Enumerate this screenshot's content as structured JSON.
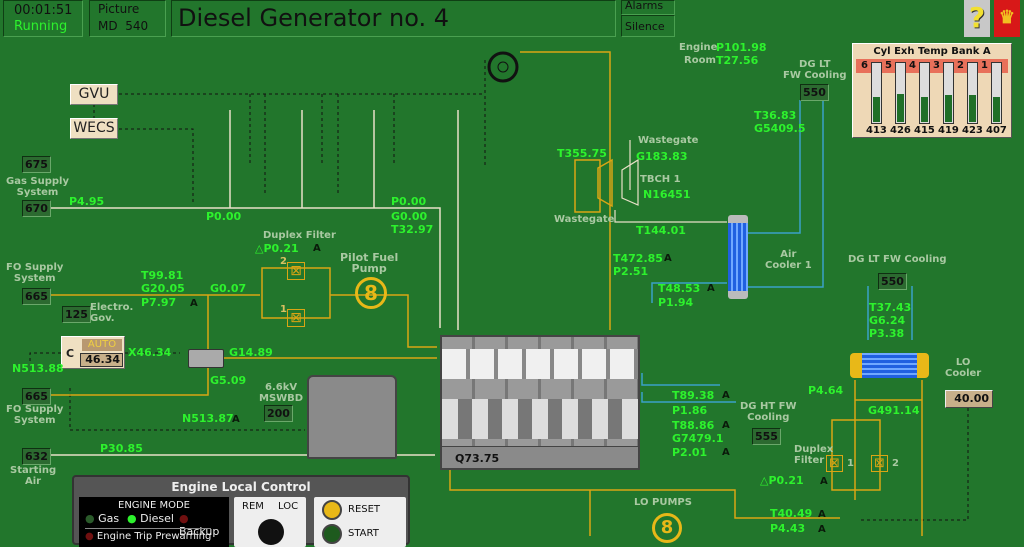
{
  "header": {
    "time": "00:01:51",
    "status": "Running",
    "picture_label": "Picture",
    "picture_id": "MD  540",
    "title": "Diesel Generator no. 4",
    "alarms": "Alarms",
    "silence": "Silence"
  },
  "controls": {
    "gvu": "GVU",
    "wecs": "WECS"
  },
  "gas": {
    "box_top": "675",
    "label": "Gas Supply\nSystem",
    "box": "670",
    "p_in": "P4.95",
    "p_mid": "P0.00",
    "p_out": "P0.00",
    "g_out": "G0.00",
    "t_out": "T32.97"
  },
  "engine_room": {
    "label1": "Engine",
    "label2": "Room",
    "p": "P101.98",
    "t": "T27.56"
  },
  "lt_cooling_top": {
    "label": "DG LT\nFW Cooling",
    "box": "550",
    "t": "T36.83",
    "g": "G5409.5"
  },
  "cyl_exh": {
    "title": "Cyl Exh Temp Bank A",
    "cylinders": [
      {
        "n": "6",
        "temp": "413",
        "level": 0.42
      },
      {
        "n": "5",
        "temp": "426",
        "level": 0.46
      },
      {
        "n": "4",
        "temp": "415",
        "level": 0.42
      },
      {
        "n": "3",
        "temp": "419",
        "level": 0.45
      },
      {
        "n": "2",
        "temp": "423",
        "level": 0.45
      },
      {
        "n": "1",
        "temp": "407",
        "level": 0.42
      }
    ]
  },
  "turbo": {
    "wastegate_top": "Wastegate",
    "g": "G183.83",
    "t_in": "T355.75",
    "name": "TBCH 1",
    "n": "N16451",
    "wastegate_bottom": "Wastegate",
    "t_out": "T144.01",
    "t_exh": "T472.85",
    "p_exh": "P2.51",
    "a": "A"
  },
  "air_cooler": {
    "label": "Air\nCooler 1",
    "t": "T48.53",
    "p": "P1.94",
    "a": "A"
  },
  "fuel": {
    "supply_label": "FO Supply\nSystem",
    "box": "665",
    "t": "T99.81",
    "g": "G20.05",
    "p": "P7.97",
    "a": "A",
    "gov_box": "125",
    "gov_label": "Electro.\nGov.",
    "g2": "G0.07",
    "filter_label": "Duplex Filter",
    "dp": "△P0.21",
    "dp_a": "A",
    "pump_label": "Pilot Fuel\nPump",
    "f1": "1",
    "f2": "2"
  },
  "governor": {
    "c": "C",
    "mode": "AUTO",
    "value": "46.34",
    "x": "X46.34",
    "n_in": "N513.88",
    "g_main": "G14.89",
    "g_ret": "G5.09",
    "return_box": "665",
    "return_label": "FO Supply\nSystem",
    "n_gen": "N513.87",
    "n_a": "A"
  },
  "mswbd": {
    "label": "6.6kV\nMSWBD",
    "box": "200"
  },
  "starting_air": {
    "box": "632",
    "label": "Starting\nAir",
    "p": "P30.85"
  },
  "engine": {
    "q": "Q73.75"
  },
  "ht_cooling": {
    "t1": "T89.38",
    "p1": "P1.86",
    "t2": "T88.86",
    "g": "G7479.1",
    "p2": "P2.01",
    "a": "A",
    "label": "DG HT FW\nCooling",
    "box": "555"
  },
  "lt_cooling": {
    "label": "DG LT FW Cooling",
    "box": "550",
    "t": "T37.43",
    "g": "G6.24",
    "p": "P3.38"
  },
  "lo": {
    "cooler_label": "LO\nCooler",
    "p": "P4.64",
    "g": "G491.14",
    "setpoint": "40.00",
    "filter_label": "Duplex\nFilter",
    "dp": "△P0.21",
    "a": "A",
    "t": "T40.49",
    "p2": "P4.43",
    "pumps": "LO PUMPS",
    "f1": "1",
    "f2": "2"
  },
  "local_control": {
    "title": "Engine Local Control",
    "mode_title": "ENGINE MODE",
    "modes": [
      "Gas",
      "Diesel",
      "Backup"
    ],
    "prewarning": "Engine Trip Prewarning",
    "rem": "REM",
    "loc": "LOC",
    "reset": "RESET",
    "start": "START"
  },
  "colors": {
    "background": "#22762c",
    "value_green": "#2df22d",
    "fuel_pipe": "#d9a514",
    "water_pipe": "#3aa0c8",
    "gas_pipe": "#e8e0c8"
  }
}
